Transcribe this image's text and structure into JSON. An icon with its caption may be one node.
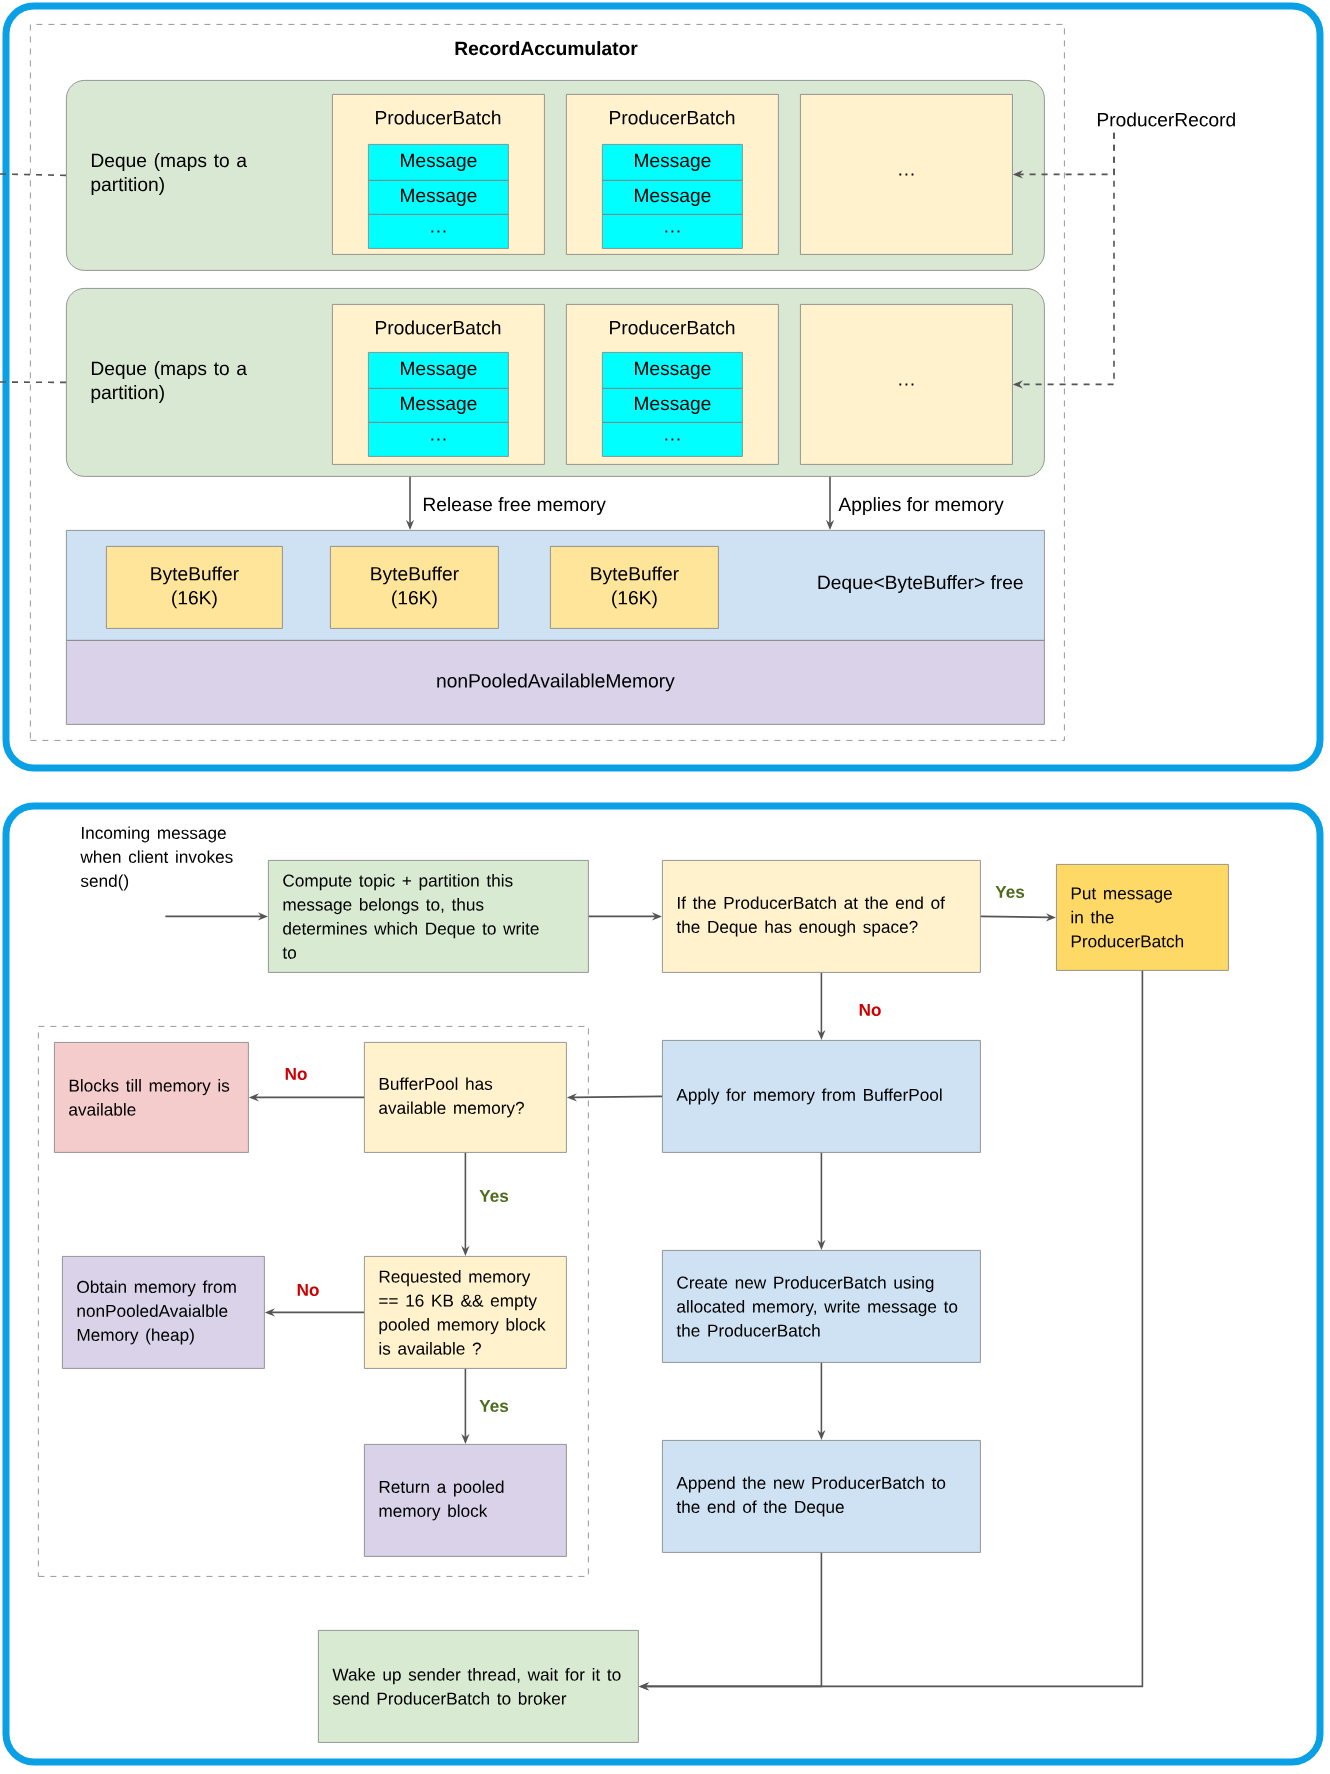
{
  "diagram": {
    "nodes": [
      {
        "text": [
          "RecordAccumulator"
        ]
      },
      {
        "text": [
          "Deque (maps to a partition)"
        ],
        "in": 0
      },
      {
        "text": [
          "ProducerBatch"
        ],
        "in": 1
      },
      {
        "text": [
          "Message"
        ],
        "in": 2
      },
      {
        "text": [
          "Message"
        ],
        "in": 2
      },
      {
        "text": [
          "…"
        ],
        "in": 2
      },
      {
        "text": [
          "ProducerBatch"
        ],
        "in": 1
      },
      {
        "text": [
          "Message"
        ],
        "in": 6
      },
      {
        "text": [
          "Message"
        ],
        "in": 6
      },
      {
        "text": [
          "…"
        ],
        "in": 6
      },
      {
        "text": [
          "…"
        ],
        "in": 1
      },
      {
        "text": [
          "Deque (maps to a partition)"
        ],
        "in": 0
      },
      {
        "text": [
          "ProducerBatch"
        ],
        "in": 11
      },
      {
        "text": [
          "Message"
        ],
        "in": 12
      },
      {
        "text": [
          "Message"
        ],
        "in": 12
      },
      {
        "text": [
          "…"
        ],
        "in": 12
      },
      {
        "text": [
          "ProducerBatch"
        ],
        "in": 11
      },
      {
        "text": [
          "Message"
        ],
        "in": 16
      },
      {
        "text": [
          "Message"
        ],
        "in": 16
      },
      {
        "text": [
          "…"
        ],
        "in": 16
      },
      {
        "text": [
          "…"
        ],
        "in": 11
      },
      {
        "text": [
          "Deque<ByteBuffer> free"
        ],
        "in": 0
      },
      {
        "text": [
          "ByteBuffer (16K)"
        ],
        "in": 21
      },
      {
        "text": [
          "ByteBuffer (16K)"
        ],
        "in": 21
      },
      {
        "text": [
          "ByteBuffer (16K)"
        ],
        "in": 21
      },
      {
        "text": [
          "nonPooledAvailableMemory"
        ],
        "in": 0
      },
      {
        "text": [
          "ProducerRecord"
        ]
      },
      {
        "text": [
          "Incoming message when client invokes send()"
        ]
      },
      {
        "text": [
          "Compute topic + partition this message belongs to, thus determines which Deque to write to"
        ]
      },
      {
        "text": [
          "If the ProducerBatch at the end of the Deque has enough space?"
        ]
      },
      {
        "text": [
          "Put message in the ProducerBatch"
        ]
      },
      {
        "text": [
          "Apply for memory from BufferPool"
        ]
      },
      {
        "text": [],
        "shape": "box"
      },
      {
        "text": [
          "Blocks till memory is available"
        ],
        "in": 32
      },
      {
        "text": [
          "BufferPool has available memory?"
        ],
        "in": 32
      },
      {
        "text": [
          "Obtain memory from nonPooledAvaialble Memory (heap)"
        ],
        "in": 32
      },
      {
        "text": [
          "Requested memory == 16 KB && empty pooled memory block is available ?"
        ],
        "in": 32
      },
      {
        "text": [
          "Return a pooled memory block"
        ],
        "in": 32
      },
      {
        "text": [
          "Create new ProducerBatch using allocated memory, write message to the ProducerBatch"
        ]
      },
      {
        "text": [
          "Append the new ProducerBatch to the end of the Deque"
        ]
      },
      {
        "text": [
          "Wake up sender thread, wait for it to send ProducerBatch to broker"
        ]
      }
    ],
    "edges": [
      {
        "from": null,
        "to": 1,
        "arrow": "none",
        "style": "dashed"
      },
      {
        "from": null,
        "to": 11,
        "arrow": "none",
        "style": "dashed"
      },
      {
        "from": 26,
        "to": 10,
        "arrow": "to",
        "style": "dashed"
      },
      {
        "from": 26,
        "to": 20,
        "arrow": "to",
        "style": "dashed"
      },
      {
        "from": 11,
        "to": 21,
        "arrow": "to",
        "label": "Release free memory"
      },
      {
        "from": 11,
        "to": 21,
        "arrow": "to",
        "label": "Applies for memory"
      },
      {
        "from": 27,
        "to": 28,
        "arrow": "to"
      },
      {
        "from": 28,
        "to": 29,
        "arrow": "to"
      },
      {
        "from": 29,
        "to": 30,
        "arrow": "to",
        "label": "Yes"
      },
      {
        "from": 29,
        "to": 31,
        "arrow": "to",
        "label": "No"
      },
      {
        "from": 31,
        "to": 34,
        "arrow": "to"
      },
      {
        "from": 34,
        "to": 33,
        "arrow": "to",
        "label": "No"
      },
      {
        "from": 34,
        "to": 36,
        "arrow": "to",
        "label": "Yes"
      },
      {
        "from": 36,
        "to": 35,
        "arrow": "to",
        "label": "No"
      },
      {
        "from": 36,
        "to": 37,
        "arrow": "to",
        "label": "Yes"
      },
      {
        "from": 31,
        "to": 38,
        "arrow": "to"
      },
      {
        "from": 38,
        "to": 39,
        "arrow": "to"
      },
      {
        "from": 39,
        "to": 40,
        "arrow": "to"
      },
      {
        "from": 30,
        "to": 40,
        "arrow": "to"
      }
    ]
  }
}
